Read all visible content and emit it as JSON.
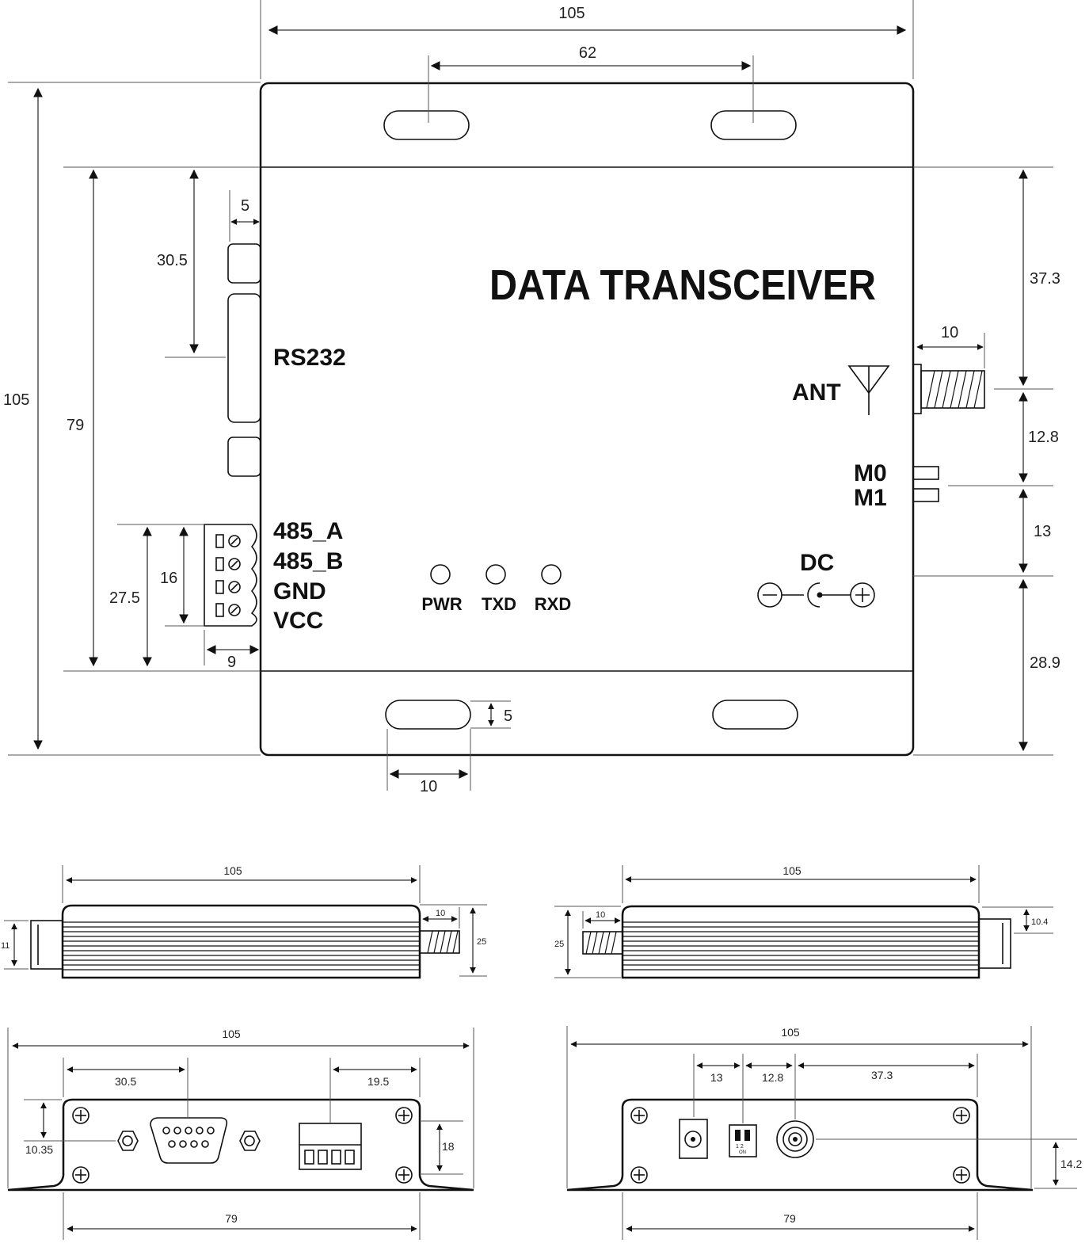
{
  "labels": {
    "title": "DATA TRANSCEIVER",
    "rs232": "RS232",
    "ant": "ANT",
    "m0": "M0",
    "m1": "M1",
    "dc": "DC",
    "pin_485a": "485_A",
    "pin_485b": "485_B",
    "pin_gnd": "GND",
    "pin_vcc": "VCC",
    "led_pwr": "PWR",
    "led_txd": "TXD",
    "led_rxd": "RXD",
    "dip_numbers": "1 2",
    "dip_on": "ON"
  },
  "dimensions_top": {
    "width": "105",
    "slot_spacing": "62",
    "height": "105",
    "inner_height": "79",
    "rs232_offset": "30.5",
    "rs232_depth": "5",
    "terminal_span": "27.5",
    "terminal_pitch": "16",
    "terminal_depth": "9",
    "ant_offset": "37.3",
    "ant_length": "10",
    "ant_to_switch": "12.8",
    "switch_to_dc": "13",
    "dc_offset": "28.9",
    "slot_height": "5",
    "slot_width": "10"
  },
  "dimensions_side_left": {
    "width": "105",
    "ant_length": "10",
    "height": "25",
    "terminal_height": "11"
  },
  "dimensions_side_right": {
    "width": "105",
    "ant_length": "10",
    "height": "25",
    "terminal_height": "10.4"
  },
  "dimensions_front_left": {
    "width": "105",
    "rs232_offset": "30.5",
    "terminal_offset": "19.5",
    "height_offset": "10.35",
    "terminal_height": "18",
    "inner_width": "79"
  },
  "dimensions_front_right": {
    "width": "105",
    "dc_gap": "13",
    "switch_gap": "12.8",
    "ant_offset": "37.3",
    "ant_height": "14.2",
    "inner_width": "79"
  }
}
